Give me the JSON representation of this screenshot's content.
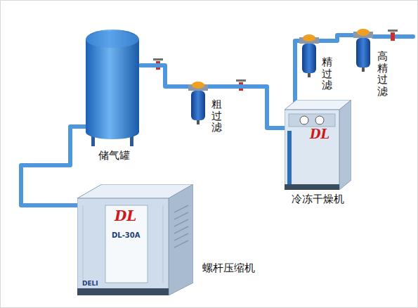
{
  "diagram": {
    "nodes": [
      {
        "text": [
          "螺杆压缩机"
        ]
      },
      {
        "text": [
          "储气罐"
        ]
      },
      {
        "text": [
          "粗过滤"
        ]
      },
      {
        "text": [
          "冷冻干燥机"
        ]
      },
      {
        "text": [
          "精过滤"
        ]
      },
      {
        "text": [
          "高精过滤"
        ]
      }
    ],
    "edges": [
      {
        "from": 0,
        "to": 1,
        "arrow": "none"
      },
      {
        "from": 1,
        "to": 2,
        "arrow": "none"
      },
      {
        "from": 2,
        "to": 3,
        "arrow": "none"
      },
      {
        "from": 3,
        "to": 4,
        "arrow": "none"
      },
      {
        "from": 4,
        "to": 5,
        "arrow": "none"
      }
    ],
    "labels": [
      "DL",
      "DL-30A",
      "DELI",
      "DL"
    ]
  }
}
